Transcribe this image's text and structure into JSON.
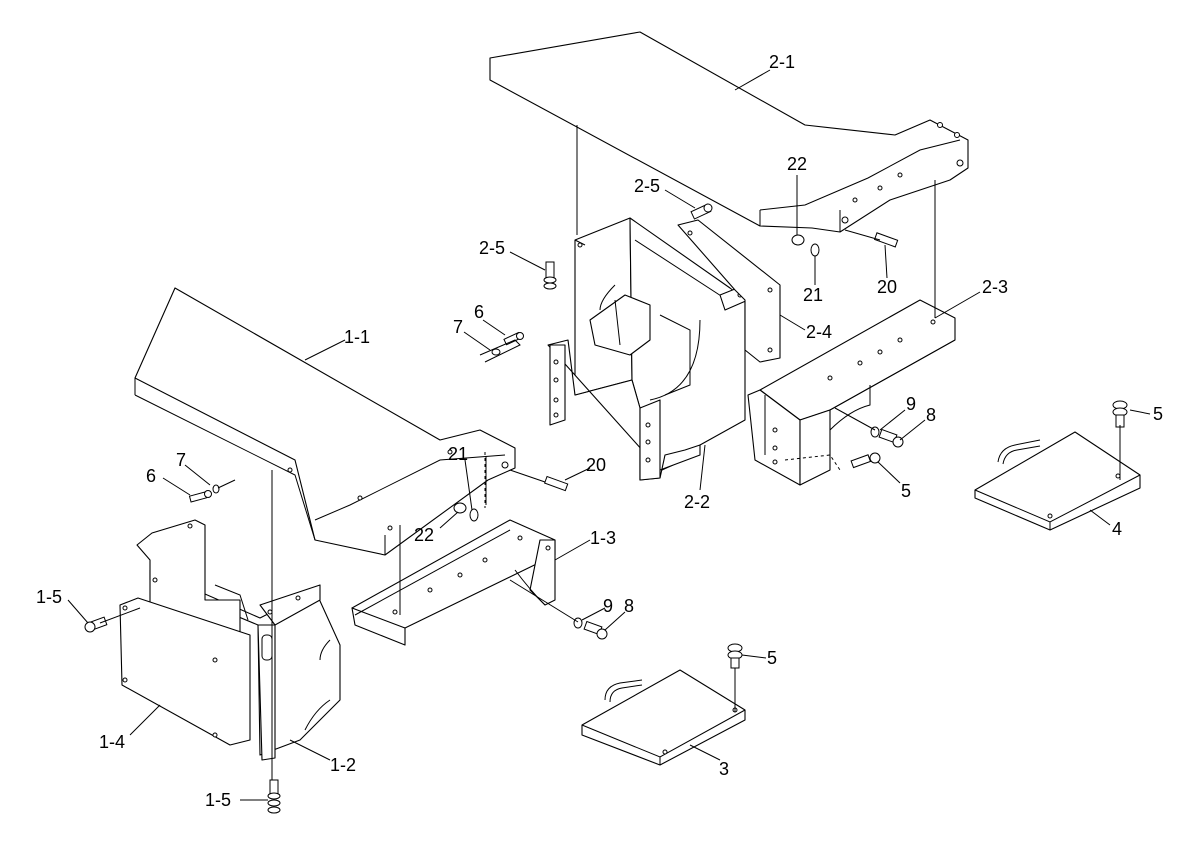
{
  "callouts": {
    "l_2_1": "2-1",
    "l_22_top": "22",
    "l_2_5_top": "2-5",
    "l_2_5_left": "2-5",
    "l_21_top": "21",
    "l_20_top": "20",
    "l_2_3": "2-3",
    "l_2_4": "2-4",
    "l_6_top": "6",
    "l_7_top": "7",
    "l_1_1": "1-1",
    "l_9_right": "9",
    "l_8_right": "8",
    "l_5_right": "5",
    "l_5_mid": "5",
    "l_2_2": "2-2",
    "l_4": "4",
    "l_7_left": "7",
    "l_6_left": "6",
    "l_21_mid": "21",
    "l_20_mid": "20",
    "l_22_mid": "22",
    "l_1_3": "1-3",
    "l_1_5_left": "1-5",
    "l_9_low": "9",
    "l_8_low": "8",
    "l_5_low": "5",
    "l_1_4": "1-4",
    "l_1_2": "1-2",
    "l_3": "3",
    "l_1_5_bottom": "1-5"
  }
}
